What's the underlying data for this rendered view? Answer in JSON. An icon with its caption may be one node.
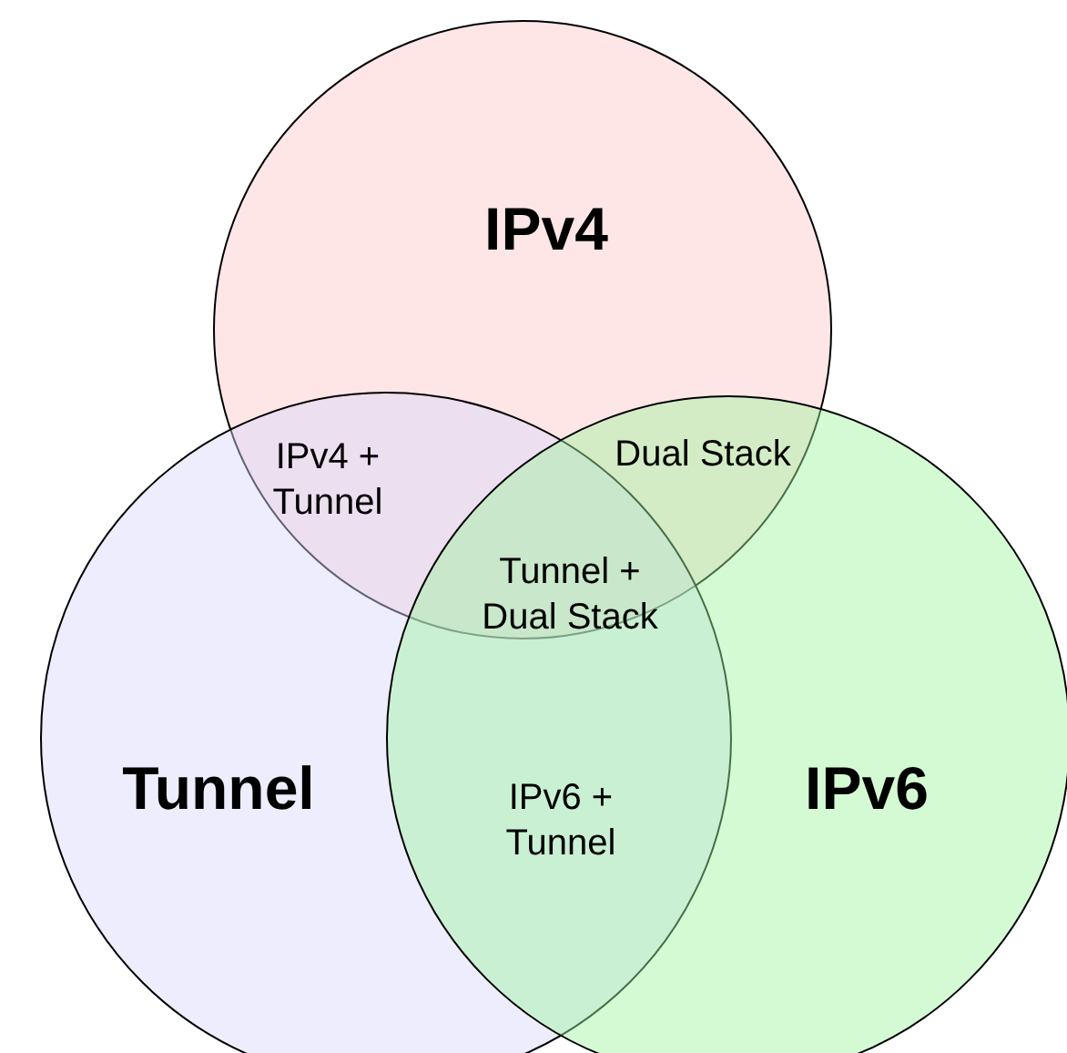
{
  "diagram": {
    "nodes": [
      {
        "text": [
          "IPv4"
        ]
      },
      {
        "text": [
          "Tunnel"
        ]
      },
      {
        "text": [
          "IPv6"
        ]
      }
    ],
    "labels": [
      "IPv4 + Tunnel",
      "Dual Stack",
      "Tunnel + Dual Stack",
      "IPv6 + Tunnel"
    ]
  }
}
